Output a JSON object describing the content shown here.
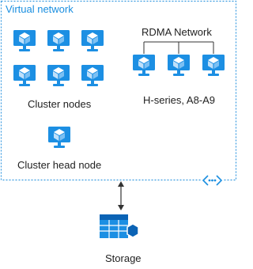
{
  "virtual_network": {
    "label": "Virtual network"
  },
  "cluster_nodes": {
    "label": "Cluster nodes"
  },
  "rdma": {
    "label": "RDMA Network",
    "nodes_label": "H-series, A8-A9"
  },
  "head_node": {
    "label": "Cluster head node"
  },
  "storage": {
    "label": "Storage"
  },
  "colors": {
    "accent": "#1b8fe0",
    "monitor": "#1c8fe3",
    "cube_dark": "#0b63b5",
    "border": "#3a9be0",
    "text": "#222222"
  },
  "icons": {
    "monitor": "vm-monitor-icon",
    "vnet_badge": "vnet-connector-icon",
    "storage": "storage-table-icon"
  }
}
